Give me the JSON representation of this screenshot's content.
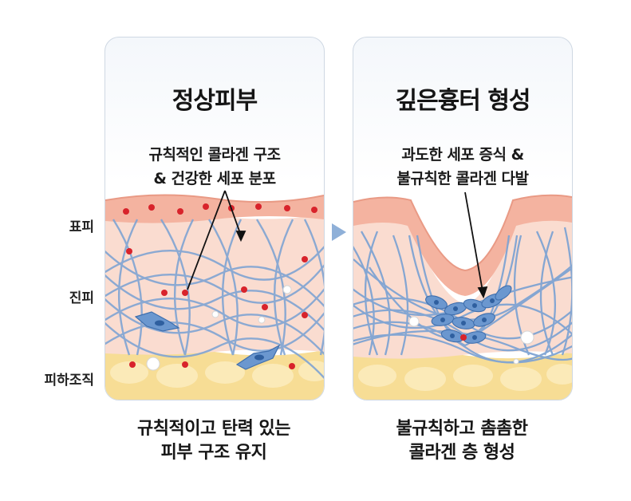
{
  "layer_labels": {
    "epidermis": "표피",
    "dermis": "진피",
    "subcutis": "피하조직"
  },
  "left_panel": {
    "title": "정상피부",
    "note_lines": [
      "규칙적인 콜라겐 구조",
      "& 건강한 세포 분포"
    ],
    "caption_lines": [
      "규칙적이고 탄력 있는",
      "피부 구조 유지"
    ]
  },
  "right_panel": {
    "title": "깊은흉터 형성",
    "note_lines": [
      "과도한 세포 증식 &",
      "불규칙한 콜라겐 다발"
    ],
    "caption_lines": [
      "불규칙하고 촘촘한",
      "콜라겐 층 형성"
    ]
  },
  "colors": {
    "epidermis": "#f4b3a0",
    "dermis": "#fadcd0",
    "subcutis": "#f7dd95",
    "collagen": "#7fa4d3",
    "cell": "#5f8fca",
    "red_dot": "#d8232b",
    "arrow": "#8fb0d8"
  }
}
